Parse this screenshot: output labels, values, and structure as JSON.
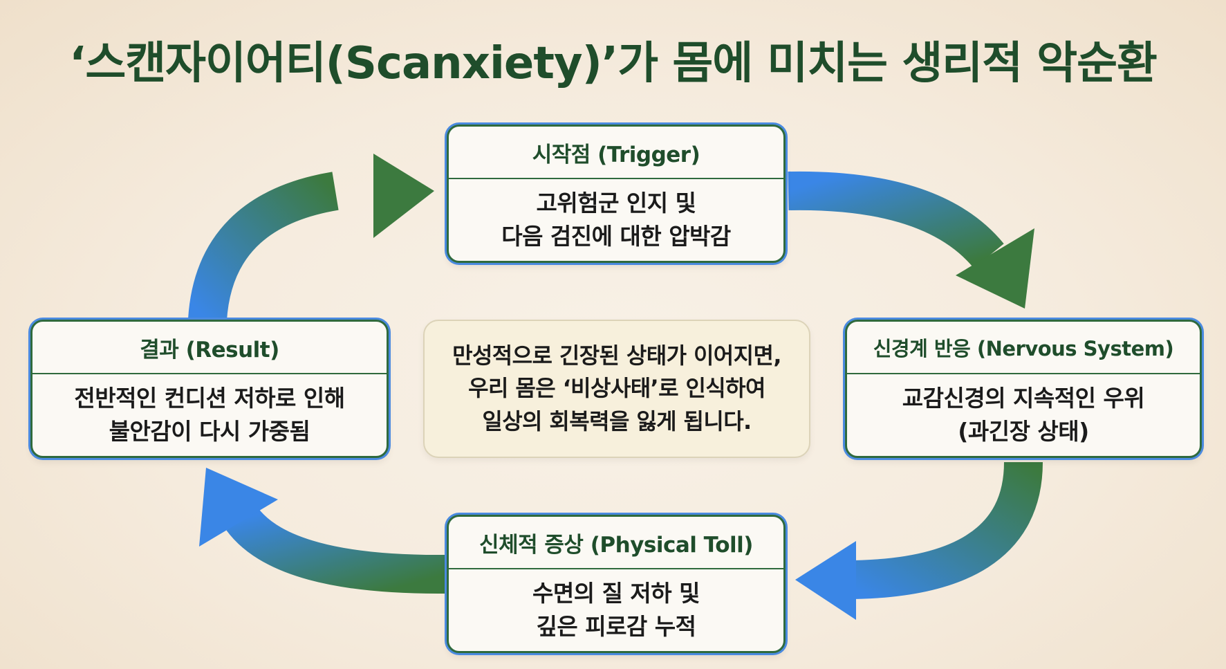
{
  "title": "‘스캔자이어티(Scanxiety)’가 몸에 미치는 생리적 악순환",
  "colors": {
    "dark_green": "#1f4d2b",
    "box_border": "#2f6a3d",
    "blue": "#3a86e6",
    "green_arrow": "#3c7a3f"
  },
  "nodes": {
    "trigger": {
      "heading": "시작점 (Trigger)",
      "lines": [
        "고위험군 인지 및",
        "다음 검진에 대한 압박감"
      ]
    },
    "nervous": {
      "heading": "신경계 반응 (Nervous System)",
      "lines": [
        "교감신경의 지속적인 우위",
        "(과긴장 상태)"
      ]
    },
    "physical": {
      "heading": "신체적 증상 (Physical Toll)",
      "lines": [
        "수면의 질 저하 및",
        "깊은 피로감 누적"
      ]
    },
    "result": {
      "heading": "결과 (Result)",
      "lines": [
        "전반적인 컨디션 저하로 인해",
        "불안감이 다시 가중됨"
      ]
    }
  },
  "center_note": {
    "lines": [
      "만성적으로 긴장된 상태가 이어지면,",
      "우리 몸은 ‘비상사태’로 인식하여",
      "일상의 회복력을 잃게 됩니다."
    ]
  }
}
